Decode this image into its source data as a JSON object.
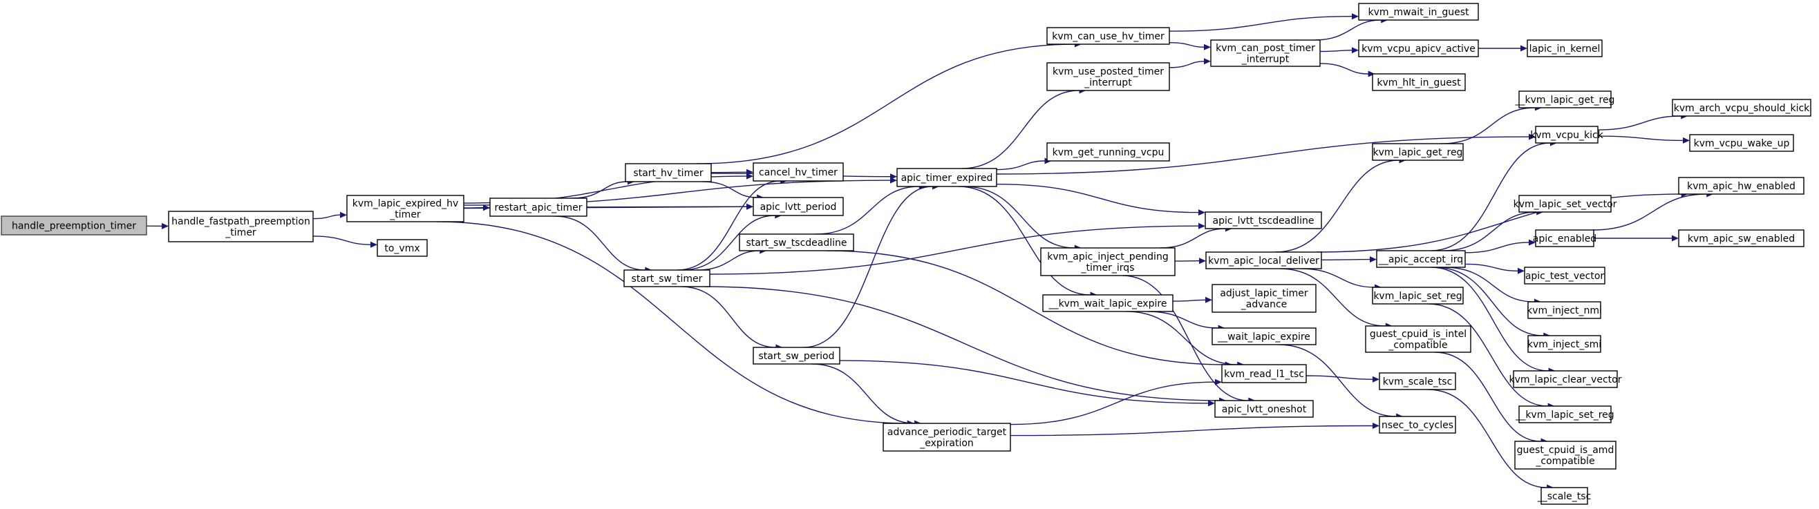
{
  "colors": {
    "edge": "#191970",
    "root_fill": "#bfbfbf",
    "node_fill": "#ffffff",
    "node_border": "#000000"
  },
  "nodes": [
    {
      "id": "handle_preemption_timer",
      "lines": [
        "handle_preemption_timer"
      ],
      "root": true
    },
    {
      "id": "handle_fastpath_preemption_timer",
      "lines": [
        "handle_fastpath_preemption",
        "_timer"
      ]
    },
    {
      "id": "kvm_lapic_expired_hv_timer",
      "lines": [
        "kvm_lapic_expired_hv",
        "_timer"
      ]
    },
    {
      "id": "to_vmx",
      "lines": [
        "to_vmx"
      ]
    },
    {
      "id": "restart_apic_timer",
      "lines": [
        "restart_apic_timer"
      ]
    },
    {
      "id": "start_hv_timer",
      "lines": [
        "start_hv_timer"
      ]
    },
    {
      "id": "start_sw_timer",
      "lines": [
        "start_sw_timer"
      ]
    },
    {
      "id": "cancel_hv_timer",
      "lines": [
        "cancel_hv_timer"
      ]
    },
    {
      "id": "apic_lvtt_period",
      "lines": [
        "apic_lvtt_period"
      ]
    },
    {
      "id": "start_sw_tscdeadline",
      "lines": [
        "start_sw_tscdeadline"
      ]
    },
    {
      "id": "start_sw_period",
      "lines": [
        "start_sw_period"
      ]
    },
    {
      "id": "advance_periodic_target_expiration",
      "lines": [
        "advance_periodic_target",
        "_expiration"
      ]
    },
    {
      "id": "apic_timer_expired",
      "lines": [
        "apic_timer_expired"
      ]
    },
    {
      "id": "kvm_can_use_hv_timer",
      "lines": [
        "kvm_can_use_hv_timer"
      ]
    },
    {
      "id": "kvm_use_posted_timer_interrupt",
      "lines": [
        "kvm_use_posted_timer",
        "_interrupt"
      ]
    },
    {
      "id": "kvm_get_running_vcpu",
      "lines": [
        "kvm_get_running_vcpu"
      ]
    },
    {
      "id": "apic_lvtt_tscdeadline",
      "lines": [
        "apic_lvtt_tscdeadline"
      ]
    },
    {
      "id": "kvm_apic_inject_pending_timer_irqs",
      "lines": [
        "kvm_apic_inject_pending",
        "_timer_irqs"
      ]
    },
    {
      "id": "__kvm_wait_lapic_expire",
      "lines": [
        "__kvm_wait_lapic_expire"
      ]
    },
    {
      "id": "kvm_mwait_in_guest",
      "lines": [
        "kvm_mwait_in_guest"
      ]
    },
    {
      "id": "kvm_can_post_timer_interrupt",
      "lines": [
        "kvm_can_post_timer",
        "_interrupt"
      ]
    },
    {
      "id": "kvm_vcpu_apicv_active",
      "lines": [
        "kvm_vcpu_apicv_active"
      ]
    },
    {
      "id": "kvm_hlt_in_guest",
      "lines": [
        "kvm_hlt_in_guest"
      ]
    },
    {
      "id": "lapic_in_kernel",
      "lines": [
        "lapic_in_kernel"
      ]
    },
    {
      "id": "kvm_apic_local_deliver",
      "lines": [
        "kvm_apic_local_deliver"
      ]
    },
    {
      "id": "adjust_lapic_timer_advance",
      "lines": [
        "adjust_lapic_timer",
        "_advance"
      ]
    },
    {
      "id": "__wait_lapic_expire",
      "lines": [
        "__wait_lapic_expire"
      ]
    },
    {
      "id": "kvm_read_l1_tsc",
      "lines": [
        "kvm_read_l1_tsc"
      ]
    },
    {
      "id": "apic_lvtt_oneshot",
      "lines": [
        "apic_lvtt_oneshot"
      ]
    },
    {
      "id": "kvm_lapic_get_reg",
      "lines": [
        "kvm_lapic_get_reg"
      ]
    },
    {
      "id": "__kvm_lapic_get_reg",
      "lines": [
        "__kvm_lapic_get_reg"
      ]
    },
    {
      "id": "kvm_lapic_set_reg",
      "lines": [
        "kvm_lapic_set_reg"
      ]
    },
    {
      "id": "guest_cpuid_is_intel_compatible",
      "lines": [
        "guest_cpuid_is_intel",
        "_compatible"
      ]
    },
    {
      "id": "kvm_scale_tsc",
      "lines": [
        "kvm_scale_tsc"
      ]
    },
    {
      "id": "nsec_to_cycles",
      "lines": [
        "nsec_to_cycles"
      ]
    },
    {
      "id": "__apic_accept_irq",
      "lines": [
        "__apic_accept_irq"
      ]
    },
    {
      "id": "kvm_vcpu_kick",
      "lines": [
        "kvm_vcpu_kick"
      ]
    },
    {
      "id": "kvm_lapic_set_vector",
      "lines": [
        "kvm_lapic_set_vector"
      ]
    },
    {
      "id": "apic_enabled",
      "lines": [
        "apic_enabled"
      ]
    },
    {
      "id": "apic_test_vector",
      "lines": [
        "apic_test_vector"
      ]
    },
    {
      "id": "kvm_inject_nmi",
      "lines": [
        "kvm_inject_nmi"
      ]
    },
    {
      "id": "kvm_inject_smi",
      "lines": [
        "kvm_inject_smi"
      ]
    },
    {
      "id": "kvm_lapic_clear_vector",
      "lines": [
        "kvm_lapic_clear_vector"
      ]
    },
    {
      "id": "__kvm_lapic_set_reg",
      "lines": [
        "__kvm_lapic_set_reg"
      ]
    },
    {
      "id": "guest_cpuid_is_amd_compatible",
      "lines": [
        "guest_cpuid_is_amd",
        "_compatible"
      ]
    },
    {
      "id": "__scale_tsc",
      "lines": [
        "__scale_tsc"
      ]
    },
    {
      "id": "kvm_arch_vcpu_should_kick",
      "lines": [
        "kvm_arch_vcpu_should_kick"
      ]
    },
    {
      "id": "kvm_vcpu_wake_up",
      "lines": [
        "kvm_vcpu_wake_up"
      ]
    },
    {
      "id": "kvm_apic_hw_enabled",
      "lines": [
        "kvm_apic_hw_enabled"
      ]
    },
    {
      "id": "kvm_apic_sw_enabled",
      "lines": [
        "kvm_apic_sw_enabled"
      ]
    }
  ],
  "edges": [
    [
      "handle_preemption_timer",
      "handle_fastpath_preemption_timer"
    ],
    [
      "handle_fastpath_preemption_timer",
      "kvm_lapic_expired_hv_timer"
    ],
    [
      "handle_fastpath_preemption_timer",
      "to_vmx"
    ],
    [
      "kvm_lapic_expired_hv_timer",
      "restart_apic_timer"
    ],
    [
      "kvm_lapic_expired_hv_timer",
      "cancel_hv_timer"
    ],
    [
      "kvm_lapic_expired_hv_timer",
      "apic_lvtt_period"
    ],
    [
      "kvm_lapic_expired_hv_timer",
      "apic_timer_expired"
    ],
    [
      "kvm_lapic_expired_hv_timer",
      "advance_periodic_target_expiration"
    ],
    [
      "restart_apic_timer",
      "start_hv_timer"
    ],
    [
      "restart_apic_timer",
      "start_sw_timer"
    ],
    [
      "restart_apic_timer",
      "apic_lvtt_period"
    ],
    [
      "start_hv_timer",
      "cancel_hv_timer"
    ],
    [
      "start_hv_timer",
      "apic_lvtt_period"
    ],
    [
      "start_hv_timer",
      "apic_timer_expired"
    ],
    [
      "start_hv_timer",
      "kvm_can_use_hv_timer"
    ],
    [
      "start_sw_timer",
      "cancel_hv_timer"
    ],
    [
      "start_sw_timer",
      "apic_lvtt_period"
    ],
    [
      "start_sw_timer",
      "start_sw_tscdeadline"
    ],
    [
      "start_sw_timer",
      "start_sw_period"
    ],
    [
      "start_sw_timer",
      "apic_lvtt_tscdeadline"
    ],
    [
      "start_sw_timer",
      "apic_lvtt_oneshot"
    ],
    [
      "start_sw_tscdeadline",
      "apic_timer_expired"
    ],
    [
      "start_sw_tscdeadline",
      "kvm_read_l1_tsc"
    ],
    [
      "start_sw_period",
      "apic_timer_expired"
    ],
    [
      "start_sw_period",
      "advance_periodic_target_expiration"
    ],
    [
      "start_sw_period",
      "apic_lvtt_oneshot"
    ],
    [
      "advance_periodic_target_expiration",
      "kvm_read_l1_tsc"
    ],
    [
      "advance_periodic_target_expiration",
      "nsec_to_cycles"
    ],
    [
      "apic_timer_expired",
      "kvm_use_posted_timer_interrupt"
    ],
    [
      "apic_timer_expired",
      "kvm_get_running_vcpu"
    ],
    [
      "apic_timer_expired",
      "apic_lvtt_tscdeadline"
    ],
    [
      "apic_timer_expired",
      "kvm_apic_inject_pending_timer_irqs"
    ],
    [
      "apic_timer_expired",
      "__kvm_wait_lapic_expire"
    ],
    [
      "apic_timer_expired",
      "kvm_vcpu_kick"
    ],
    [
      "kvm_can_use_hv_timer",
      "kvm_mwait_in_guest"
    ],
    [
      "kvm_can_use_hv_timer",
      "kvm_can_post_timer_interrupt"
    ],
    [
      "kvm_use_posted_timer_interrupt",
      "kvm_can_post_timer_interrupt"
    ],
    [
      "kvm_can_post_timer_interrupt",
      "kvm_mwait_in_guest"
    ],
    [
      "kvm_can_post_timer_interrupt",
      "kvm_vcpu_apicv_active"
    ],
    [
      "kvm_can_post_timer_interrupt",
      "kvm_hlt_in_guest"
    ],
    [
      "kvm_vcpu_apicv_active",
      "lapic_in_kernel"
    ],
    [
      "kvm_apic_inject_pending_timer_irqs",
      "apic_lvtt_tscdeadline"
    ],
    [
      "kvm_apic_inject_pending_timer_irqs",
      "kvm_apic_local_deliver"
    ],
    [
      "kvm_apic_inject_pending_timer_irqs",
      "apic_lvtt_oneshot"
    ],
    [
      "__kvm_wait_lapic_expire",
      "adjust_lapic_timer_advance"
    ],
    [
      "__kvm_wait_lapic_expire",
      "__wait_lapic_expire"
    ],
    [
      "__kvm_wait_lapic_expire",
      "kvm_read_l1_tsc"
    ],
    [
      "__wait_lapic_expire",
      "nsec_to_cycles"
    ],
    [
      "kvm_read_l1_tsc",
      "kvm_scale_tsc"
    ],
    [
      "kvm_scale_tsc",
      "__scale_tsc"
    ],
    [
      "kvm_apic_local_deliver",
      "kvm_lapic_get_reg"
    ],
    [
      "kvm_apic_local_deliver",
      "kvm_apic_hw_enabled"
    ],
    [
      "kvm_apic_local_deliver",
      "__apic_accept_irq"
    ],
    [
      "kvm_apic_local_deliver",
      "kvm_lapic_set_reg"
    ],
    [
      "kvm_apic_local_deliver",
      "guest_cpuid_is_intel_compatible"
    ],
    [
      "kvm_lapic_get_reg",
      "__kvm_lapic_get_reg"
    ],
    [
      "kvm_lapic_set_reg",
      "__kvm_lapic_set_reg"
    ],
    [
      "guest_cpuid_is_intel_compatible",
      "guest_cpuid_is_amd_compatible"
    ],
    [
      "__apic_accept_irq",
      "kvm_vcpu_kick"
    ],
    [
      "__apic_accept_irq",
      "kvm_lapic_set_vector"
    ],
    [
      "__apic_accept_irq",
      "apic_enabled"
    ],
    [
      "__apic_accept_irq",
      "apic_test_vector"
    ],
    [
      "__apic_accept_irq",
      "kvm_inject_nmi"
    ],
    [
      "__apic_accept_irq",
      "kvm_inject_smi"
    ],
    [
      "__apic_accept_irq",
      "kvm_lapic_clear_vector"
    ],
    [
      "kvm_vcpu_kick",
      "kvm_arch_vcpu_should_kick"
    ],
    [
      "kvm_vcpu_kick",
      "kvm_vcpu_wake_up"
    ],
    [
      "apic_enabled",
      "kvm_apic_hw_enabled"
    ],
    [
      "apic_enabled",
      "kvm_apic_sw_enabled"
    ]
  ]
}
